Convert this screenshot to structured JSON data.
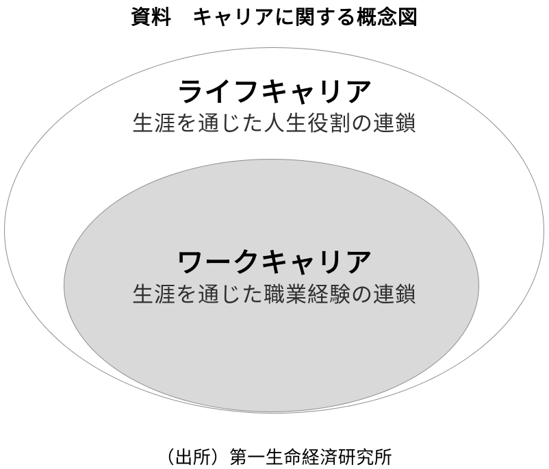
{
  "title": "資料　キャリアに関する概念図",
  "outer_ellipse": {
    "heading": "ライフキャリア",
    "description": "生涯を通じた人生役割の連鎖"
  },
  "inner_ellipse": {
    "heading": "ワークキャリア",
    "description": "生涯を通じた職業経験の連鎖"
  },
  "source": "（出所）第一生命経済研究所",
  "colors": {
    "inner_fill": "#d9d9d9",
    "ellipse_border": "#8c8c8c",
    "heading_text": "#000000",
    "body_text": "#303030",
    "background": "#ffffff"
  }
}
